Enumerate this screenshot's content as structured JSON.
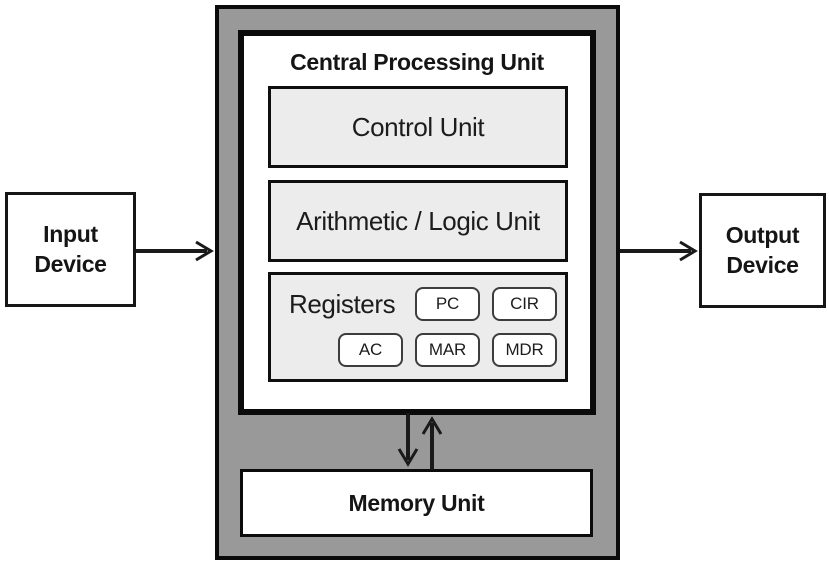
{
  "diagram": {
    "cpu": {
      "title": "Central Processing Unit",
      "control_unit_label": "Control Unit",
      "alu_label": "Arithmetic / Logic Unit",
      "registers_label": "Registers",
      "registers": [
        "PC",
        "CIR",
        "AC",
        "MAR",
        "MDR"
      ]
    },
    "memory_label": "Memory Unit",
    "input_label": "Input Device",
    "output_label": "Output Device",
    "colors": {
      "case_gray": "#999999",
      "panel_gray": "#ececec",
      "outline_black": "#0b0b0b"
    }
  }
}
